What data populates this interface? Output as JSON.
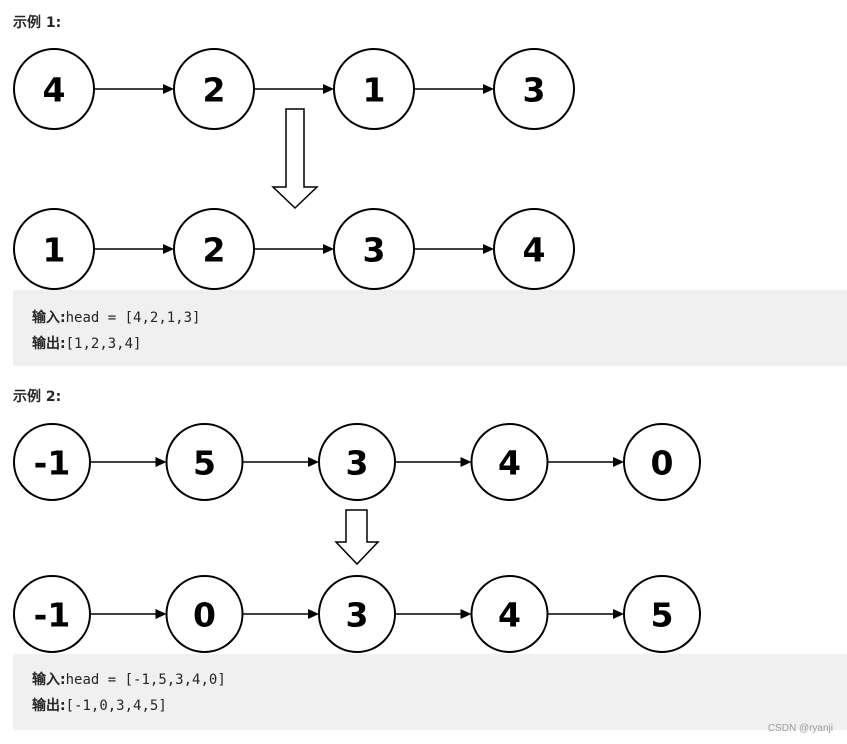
{
  "examples": [
    {
      "title": "示例 1:",
      "input_list": [
        "4",
        "2",
        "1",
        "3"
      ],
      "output_list": [
        "1",
        "2",
        "3",
        "4"
      ],
      "input_label": "输入:",
      "input_text": "head = [4,2,1,3]",
      "output_label": "输出:",
      "output_text": "[1,2,3,4]"
    },
    {
      "title": "示例 2:",
      "input_list": [
        "-1",
        "5",
        "3",
        "4",
        "0"
      ],
      "output_list": [
        "-1",
        "0",
        "3",
        "4",
        "5"
      ],
      "input_label": "输入:",
      "input_text": "head = [-1,5,3,4,0]",
      "output_label": "输出:",
      "output_text": "[-1,0,3,4,5]"
    }
  ],
  "watermark": "CSDN @ryanji"
}
